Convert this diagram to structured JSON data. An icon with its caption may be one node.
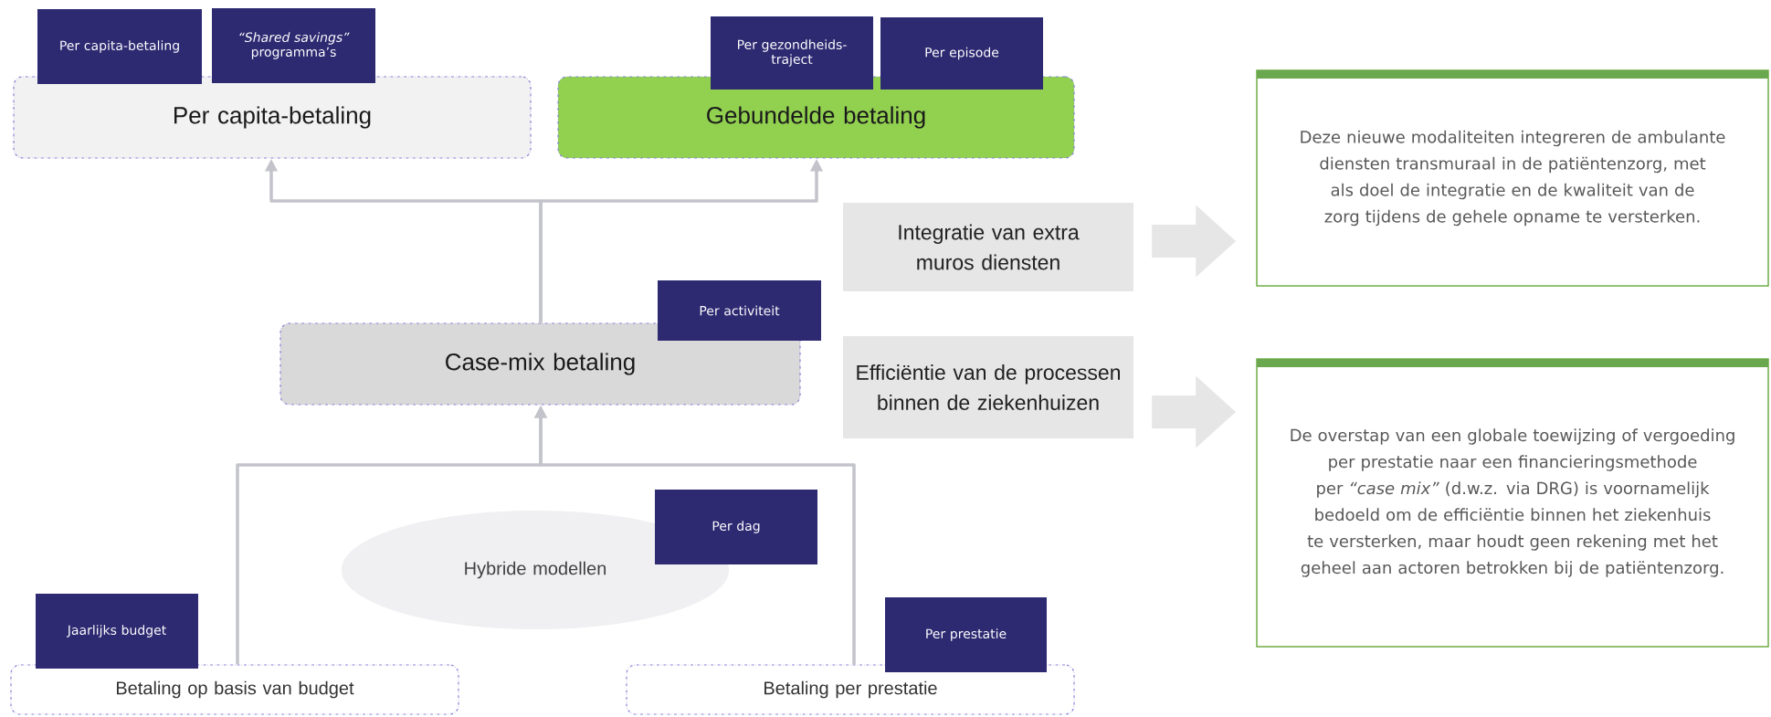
{
  "diagram": {
    "nodes": [
      {
        "text": [
          "Per capita-betaling"
        ]
      },
      {
        "text": [
          "Gebundelde betaling"
        ]
      },
      {
        "text": [
          "Case-mix betaling"
        ]
      },
      {
        "text": [
          "Hybride modellen"
        ]
      },
      {
        "text": [
          "Betaling op basis van budget"
        ]
      },
      {
        "text": [
          "Betaling per prestatie"
        ]
      },
      {
        "text": [
          "Per capita-betaling"
        ]
      },
      {
        "text": [
          "*“Shared savings”* programma’s"
        ]
      },
      {
        "text": [
          "Per gezondheids-traject"
        ]
      },
      {
        "text": [
          "Per episode"
        ]
      },
      {
        "text": [
          "Per activiteit"
        ]
      },
      {
        "text": [
          "Per dag"
        ]
      },
      {
        "text": [
          "Jaarlijks budget"
        ]
      },
      {
        "text": [
          "Per prestatie"
        ]
      },
      {
        "text": [
          "Integratie van extra muros diensten"
        ]
      },
      {
        "text": [
          "Efficiëntie van de processen binnen de ziekenhuizen"
        ]
      },
      {
        "text": [
          "Deze nieuwe modaliteiten integreren de ambulante diensten transmuraal in de patiëntenzorg, met als doel de integratie en de kwaliteit van de zorg tijdens de gehele opname te versterken."
        ]
      },
      {
        "text": [
          "De overstap van een globale toewijzing of vergoeding per prestatie naar een financieringsmethode per *“case mix”* (d.w.z. via DRG) is voornamelijk bedoeld om de efficiëntie binnen het ziekenhuis te versterken, maar houdt geen rekening met het geheel aan actoren betrokken bij de patiëntenzorg."
        ]
      }
    ],
    "edges": [
      {
        "from": 2,
        "to": 0,
        "arrow": "to"
      },
      {
        "from": 2,
        "to": 1,
        "arrow": "to"
      },
      {
        "from": 4,
        "to": 2,
        "arrow": "to"
      },
      {
        "from": 5,
        "to": 2,
        "arrow": "to"
      },
      {
        "from": 14,
        "to": 16,
        "arrow": "to",
        "style": "thick",
        "color": "#e7e6e6"
      },
      {
        "from": 15,
        "to": 17,
        "arrow": "to",
        "style": "thick",
        "color": "#e7e6e6"
      }
    ]
  }
}
